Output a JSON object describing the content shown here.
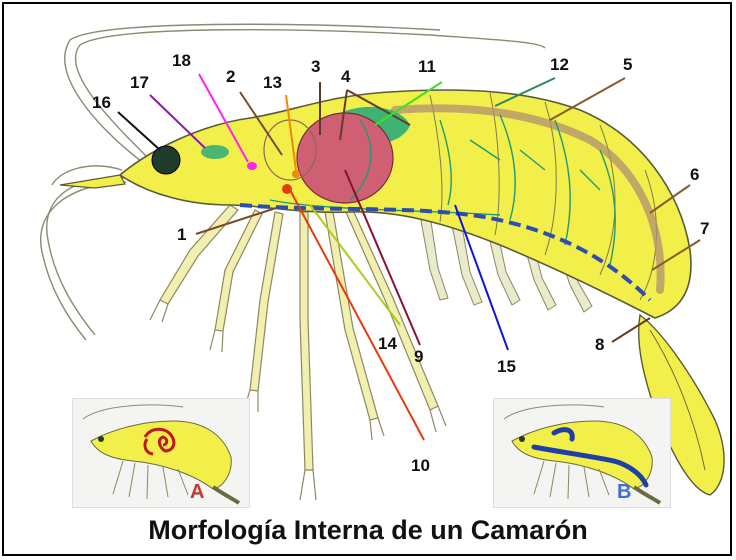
{
  "title": "Morfología Interna de un Camarón",
  "labels": [
    "1",
    "2",
    "3",
    "4",
    "5",
    "6",
    "7",
    "8",
    "9",
    "10",
    "11",
    "12",
    "13",
    "14",
    "15",
    "16",
    "17",
    "18"
  ],
  "insets": {
    "a": {
      "letter": "A",
      "letter_color": "#c0392b",
      "organ_color": "#c0171b"
    },
    "b": {
      "letter": "B",
      "letter_color": "#3d6fd8",
      "organ_color": "#1f3fa8"
    }
  },
  "colors": {
    "body_fill": "#f2ef4a",
    "hepatopancreas": "#cf5f72",
    "heart_region": "#1fa87a",
    "nerve_cord": "#2d4db0",
    "vessels": "#1e9a74",
    "eye": "#1f3d2a",
    "outline": "#5a5a3a"
  },
  "leader_colors": {
    "1": "#7a4a2a",
    "2": "#7a4a2a",
    "3": "#5a3a2a",
    "4": "#6a3a2a",
    "5": "#8a5a2a",
    "6": "#8a5a2a",
    "7": "#8a5a2a",
    "8": "#6a3a1a",
    "9": "#8a1030",
    "10": "#e83a10",
    "11": "#44dd22",
    "12": "#2a8a5a",
    "13": "#f08a00",
    "14": "#aacc22",
    "15": "#0a18d8",
    "16": "#111111",
    "17": "#8a18b0",
    "18": "#ff22ee"
  }
}
